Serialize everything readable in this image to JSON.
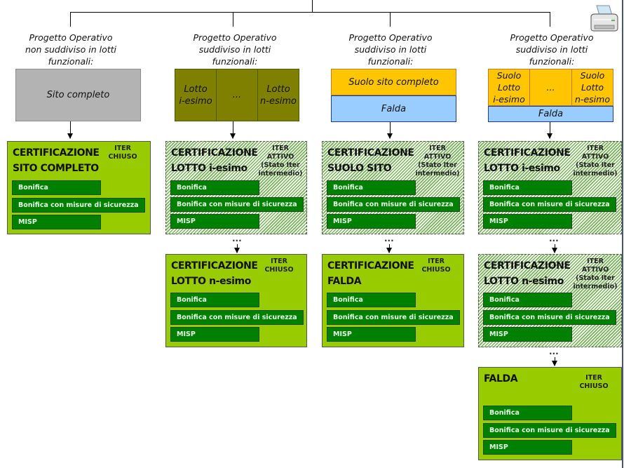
{
  "colors": {
    "closed_fill": "#99cc00",
    "active_hatch": "#79b35a",
    "option_fill": "#008000",
    "gray_box": "#b3b3b3",
    "olive_box": "#808000",
    "yellow_box": "#ffc600",
    "blue_box": "#99ccff"
  },
  "toolbar": {
    "print_icon": "printer-icon"
  },
  "separator": "...",
  "columns": [
    {
      "caption": [
        "Progetto Operativo",
        "non suddiviso in lotti",
        "funzionali:"
      ],
      "source": {
        "type": "single",
        "label": "Sito completo"
      },
      "certs": [
        {
          "title": [
            "CERTIFICAZIONE",
            "SITO COMPLETO"
          ],
          "status": [
            "ITER",
            "CHIUSO"
          ],
          "state": "closed",
          "options": [
            "Bonifica",
            "Bonifica con misure di sicurezza",
            "MISP"
          ]
        }
      ]
    },
    {
      "caption": [
        "Progetto Operativo",
        "suddiviso in lotti",
        "funzionali:"
      ],
      "source": {
        "type": "lotti",
        "cells": [
          [
            "Lotto",
            "i-esimo"
          ],
          [
            "..."
          ],
          [
            "Lotto",
            "n-esimo"
          ]
        ]
      },
      "certs": [
        {
          "title": [
            "CERTIFICAZIONE",
            "LOTTO i-esimo"
          ],
          "status": [
            "ITER",
            "ATTIVO",
            "(Stato Iter",
            "intermedio)"
          ],
          "state": "active",
          "options": [
            "Bonifica",
            "Bonifica con misure di sicurezza",
            "MISP"
          ]
        },
        {
          "title": [
            "CERTIFICAZIONE",
            "LOTTO n-esimo"
          ],
          "status": [
            "ITER",
            "CHIUSO"
          ],
          "state": "closed",
          "options": [
            "Bonifica",
            "Bonifica con misure di sicurezza",
            "MISP"
          ]
        }
      ]
    },
    {
      "caption": [
        "Progetto Operativo",
        "suddiviso in lotti",
        "funzionali:"
      ],
      "source": {
        "type": "suolo-falda",
        "top": "Suolo sito completo",
        "bottom": "Falda"
      },
      "certs": [
        {
          "title": [
            "CERTIFICAZIONE",
            "SUOLO SITO"
          ],
          "status": [
            "ITER",
            "ATTIVO",
            "(Stato Iter",
            "intermedio)"
          ],
          "state": "active",
          "options": [
            "Bonifica",
            "Bonifica con misure di sicurezza",
            "MISP"
          ]
        },
        {
          "title": [
            "CERTIFICAZIONE",
            "FALDA"
          ],
          "status": [
            "ITER",
            "CHIUSO"
          ],
          "state": "closed",
          "options": [
            "Bonifica",
            "Bonifica con misure di sicurezza",
            "MISP"
          ]
        }
      ]
    },
    {
      "caption": [
        "Progetto Operativo",
        "suddiviso in lotti",
        "funzionali:"
      ],
      "source": {
        "type": "suolo-lotti-falda",
        "cells": [
          [
            "Suolo",
            "Lotto",
            "i-esimo"
          ],
          [
            "..."
          ],
          [
            "Suolo",
            "Lotto",
            "n-esimo"
          ]
        ],
        "bottom": "Falda"
      },
      "certs": [
        {
          "title": [
            "CERTIFICAZIONE",
            "LOTTO i-esimo"
          ],
          "status": [
            "ITER",
            "ATTIVO",
            "(Stato Iter",
            "intermedio)"
          ],
          "state": "active",
          "options": [
            "Bonifica",
            "Bonifica con misure di sicurezza",
            "MISP"
          ]
        },
        {
          "title": [
            "CERTIFICAZIONE",
            "LOTTO n-esimo"
          ],
          "status": [
            "ITER",
            "ATTIVO",
            "(Stato Iter",
            "intermedio)"
          ],
          "state": "active",
          "options": [
            "Bonifica",
            "Bonifica con misure di sicurezza",
            "MISP"
          ]
        },
        {
          "title": [
            "FALDA",
            ""
          ],
          "status": [
            "ITER",
            "CHIUSO"
          ],
          "state": "closed",
          "options": [
            "Bonifica",
            "Bonifica con misure di sicurezza",
            "MISP"
          ]
        }
      ]
    }
  ]
}
